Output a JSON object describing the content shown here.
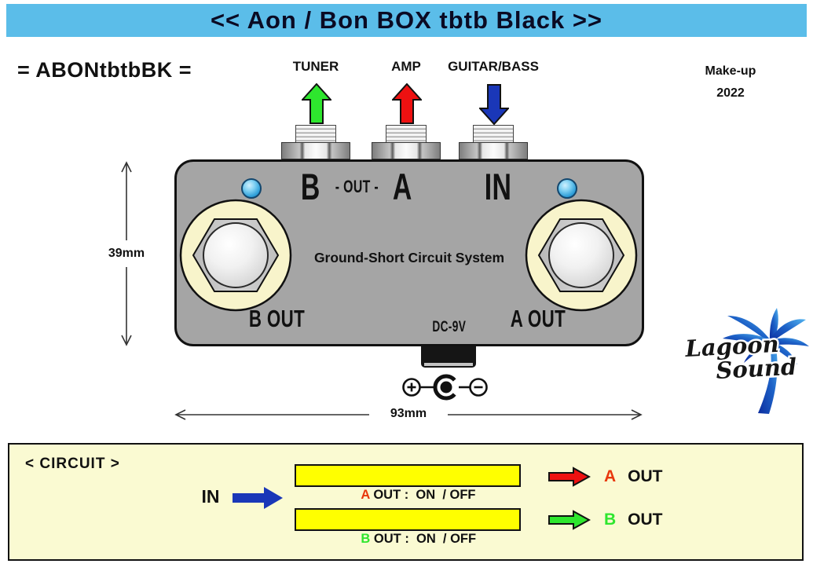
{
  "title": "<< Aon / Bon BOX tbtb Black >>",
  "model_code": "= ABONtbtbBK =",
  "make_up": {
    "label": "Make-up",
    "year": "2022"
  },
  "top_jacks": [
    {
      "label": "TUNER",
      "direction": "up"
    },
    {
      "label": "AMP",
      "direction": "up"
    },
    {
      "label": "GUITAR/BASS",
      "direction": "down"
    }
  ],
  "pedal": {
    "route_label": {
      "b": "B",
      "mid": "- OUT -",
      "a": "A"
    },
    "in_label": "IN",
    "center_caption": "Ground-Short Circuit System",
    "left_switch_label": "B OUT",
    "right_switch_label": "A OUT",
    "power_label": "DC-9V"
  },
  "dimensions": {
    "height_label": "39mm",
    "width_label": "93mm"
  },
  "logo": {
    "word1": "Lagoon",
    "word2": "Sound"
  },
  "circuit_panel": {
    "title": "< CIRCUIT >",
    "input_label": "IN",
    "rows": [
      {
        "letter": "A",
        "box_rest": " OUT :  ON  / OFF",
        "out_letter": "A",
        "out_word": "OUT"
      },
      {
        "letter": "B",
        "box_rest": " OUT :  ON  / OFF",
        "out_letter": "B",
        "out_word": "OUT"
      }
    ]
  },
  "icons": {
    "tuner_arrow": "block-arrow-up",
    "amp_arrow": "block-arrow-up",
    "guitar_bass_arrow": "block-arrow-down",
    "circuit_arrows": "block-arrow-right",
    "power_polarity": "dc-center-negative-polarity",
    "logo_mark": "palm-tree"
  },
  "colors": {
    "banner_bg": "#5BBDE9",
    "banner_text": "#0A0A23",
    "pedal_body": "#A5A5A5",
    "switch_ring": "#F8F4CB",
    "panel_bg": "#FAFAD2",
    "highlight_yellow": "#FFFF00",
    "arrow_green": "#2EE62E",
    "arrow_red": "#EE1111",
    "arrow_blue": "#1A37B8",
    "letter_red": "#E8380D",
    "letter_green": "#2EE62E"
  }
}
